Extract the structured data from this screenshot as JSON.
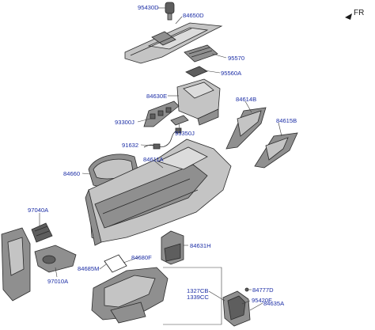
{
  "direction_label": "FR",
  "part_labels": {
    "p95430D": "95430D",
    "p84650D": "84650D",
    "p95570": "95570",
    "p95560A": "95560A",
    "p84630E": "84630E",
    "p84614B": "84614B",
    "p93300J": "93300J",
    "p84615B": "84615B",
    "p93350J": "93350J",
    "p91632": "91632",
    "p84611A": "84611A",
    "p84660": "84660",
    "p97040A": "97040A",
    "p84631H": "84631H",
    "p84680F": "84680F",
    "p84685M": "84685M",
    "p97010A": "97010A",
    "p84777D": "84777D",
    "p1327CB": "1327CB",
    "p1339CC": "1339CC",
    "p95420F": "95420F",
    "p84635A": "84635A"
  }
}
